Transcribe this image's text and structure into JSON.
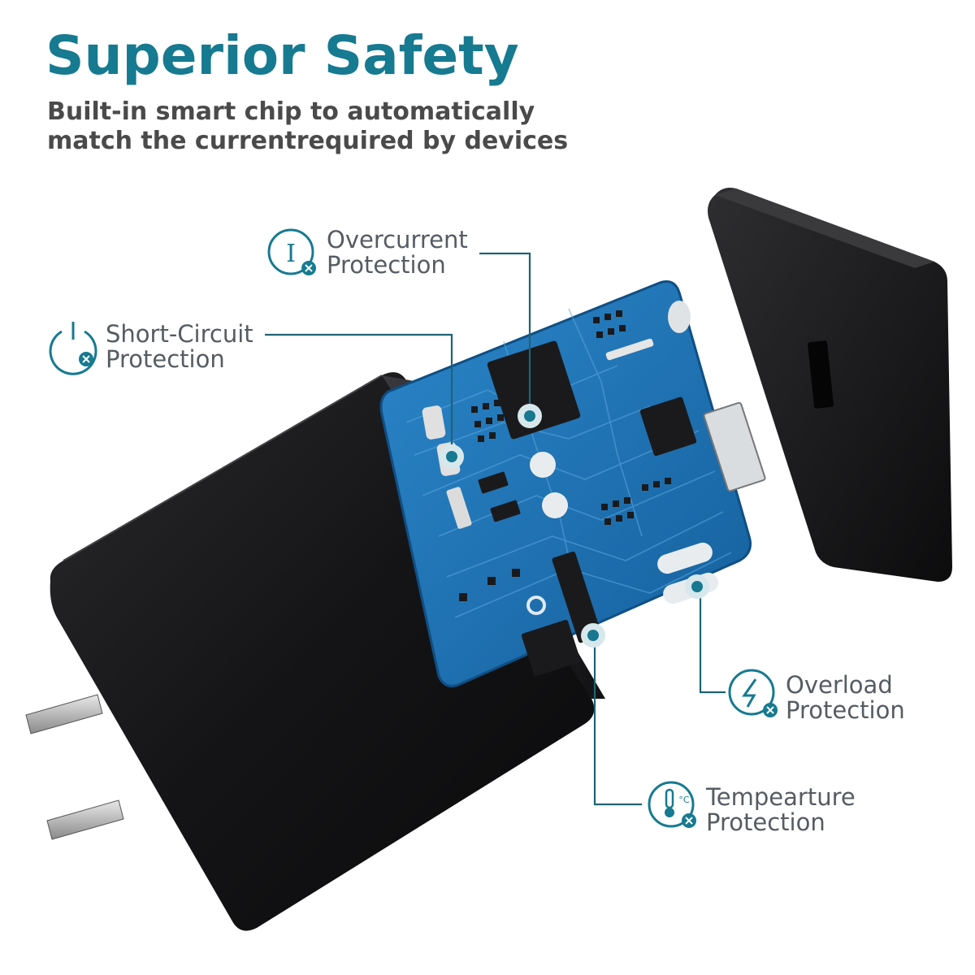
{
  "header": {
    "title": "Superior Safety",
    "subtitle_line1": "Built-in smart chip to automatically",
    "subtitle_line2": "match the currentrequired by devices"
  },
  "features": [
    {
      "line1": "Overcurrent",
      "line2": "Protection",
      "icon": "overcurrent-icon"
    },
    {
      "line1": "Short-Circuit",
      "line2": "Protection",
      "icon": "short-circuit-icon"
    },
    {
      "line1": "Overload",
      "line2": "Protection",
      "icon": "overload-icon"
    },
    {
      "line1": "Tempearture",
      "line2": "Protection",
      "icon": "temperature-icon"
    }
  ],
  "icon_glyphs": {
    "overcurrent": "I",
    "temperature_unit": "°C"
  },
  "colors": {
    "accent": "#167a91",
    "board": "#1d6fb3",
    "case": "#1b1b1d",
    "text": "#4a4a4a"
  }
}
